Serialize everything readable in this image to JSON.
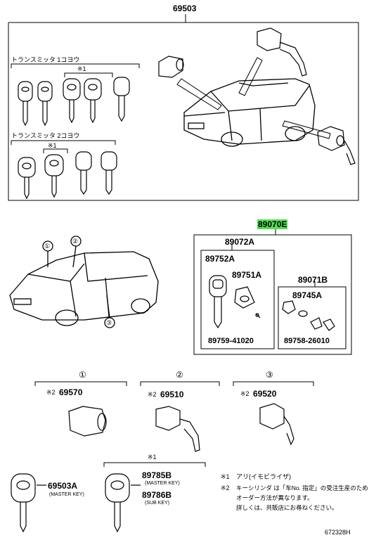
{
  "top": {
    "part_number": "69503",
    "transmitter_1": "トランスミッタ 1コヨウ",
    "transmitter_2": "トランスミッタ 2コヨウ",
    "note_mark": "※1"
  },
  "kit": {
    "highlight_part": "89070E",
    "subassy": "89072A",
    "blank_key": "89752A",
    "transponder": "89751A",
    "screw": "89759-41020",
    "ecu_assy": "89071B",
    "ecu_part": "89745A",
    "ecu_screw": "89758-26010"
  },
  "car_callouts": [
    "①",
    "②",
    "③"
  ],
  "cylinders": [
    {
      "circle": "①",
      "note": "※2",
      "part": "69570"
    },
    {
      "circle": "②",
      "note": "※2",
      "part": "69510"
    },
    {
      "circle": "③",
      "note": "※2",
      "part": "69520"
    }
  ],
  "keys": {
    "master_part": "69503A",
    "master_caption": "(MASTER KEY)",
    "group_note": "※1",
    "key2_part": "89785B",
    "key2_caption": "(MASTER KEY)",
    "key3_part": "89786B",
    "key3_caption": "(SUB KEY)"
  },
  "notes": {
    "n1_mark": "※1",
    "n1_text": "アリ(イモビライザ)",
    "n2_mark": "※2",
    "n2_line1": "キーシリンダ は「车No. 指定」の受注生産のため",
    "n2_line2": "オーダー方法が異なります。",
    "n2_line3": "詳しくは、共販店にお尋ねください。"
  },
  "diagram_id": "672328H"
}
